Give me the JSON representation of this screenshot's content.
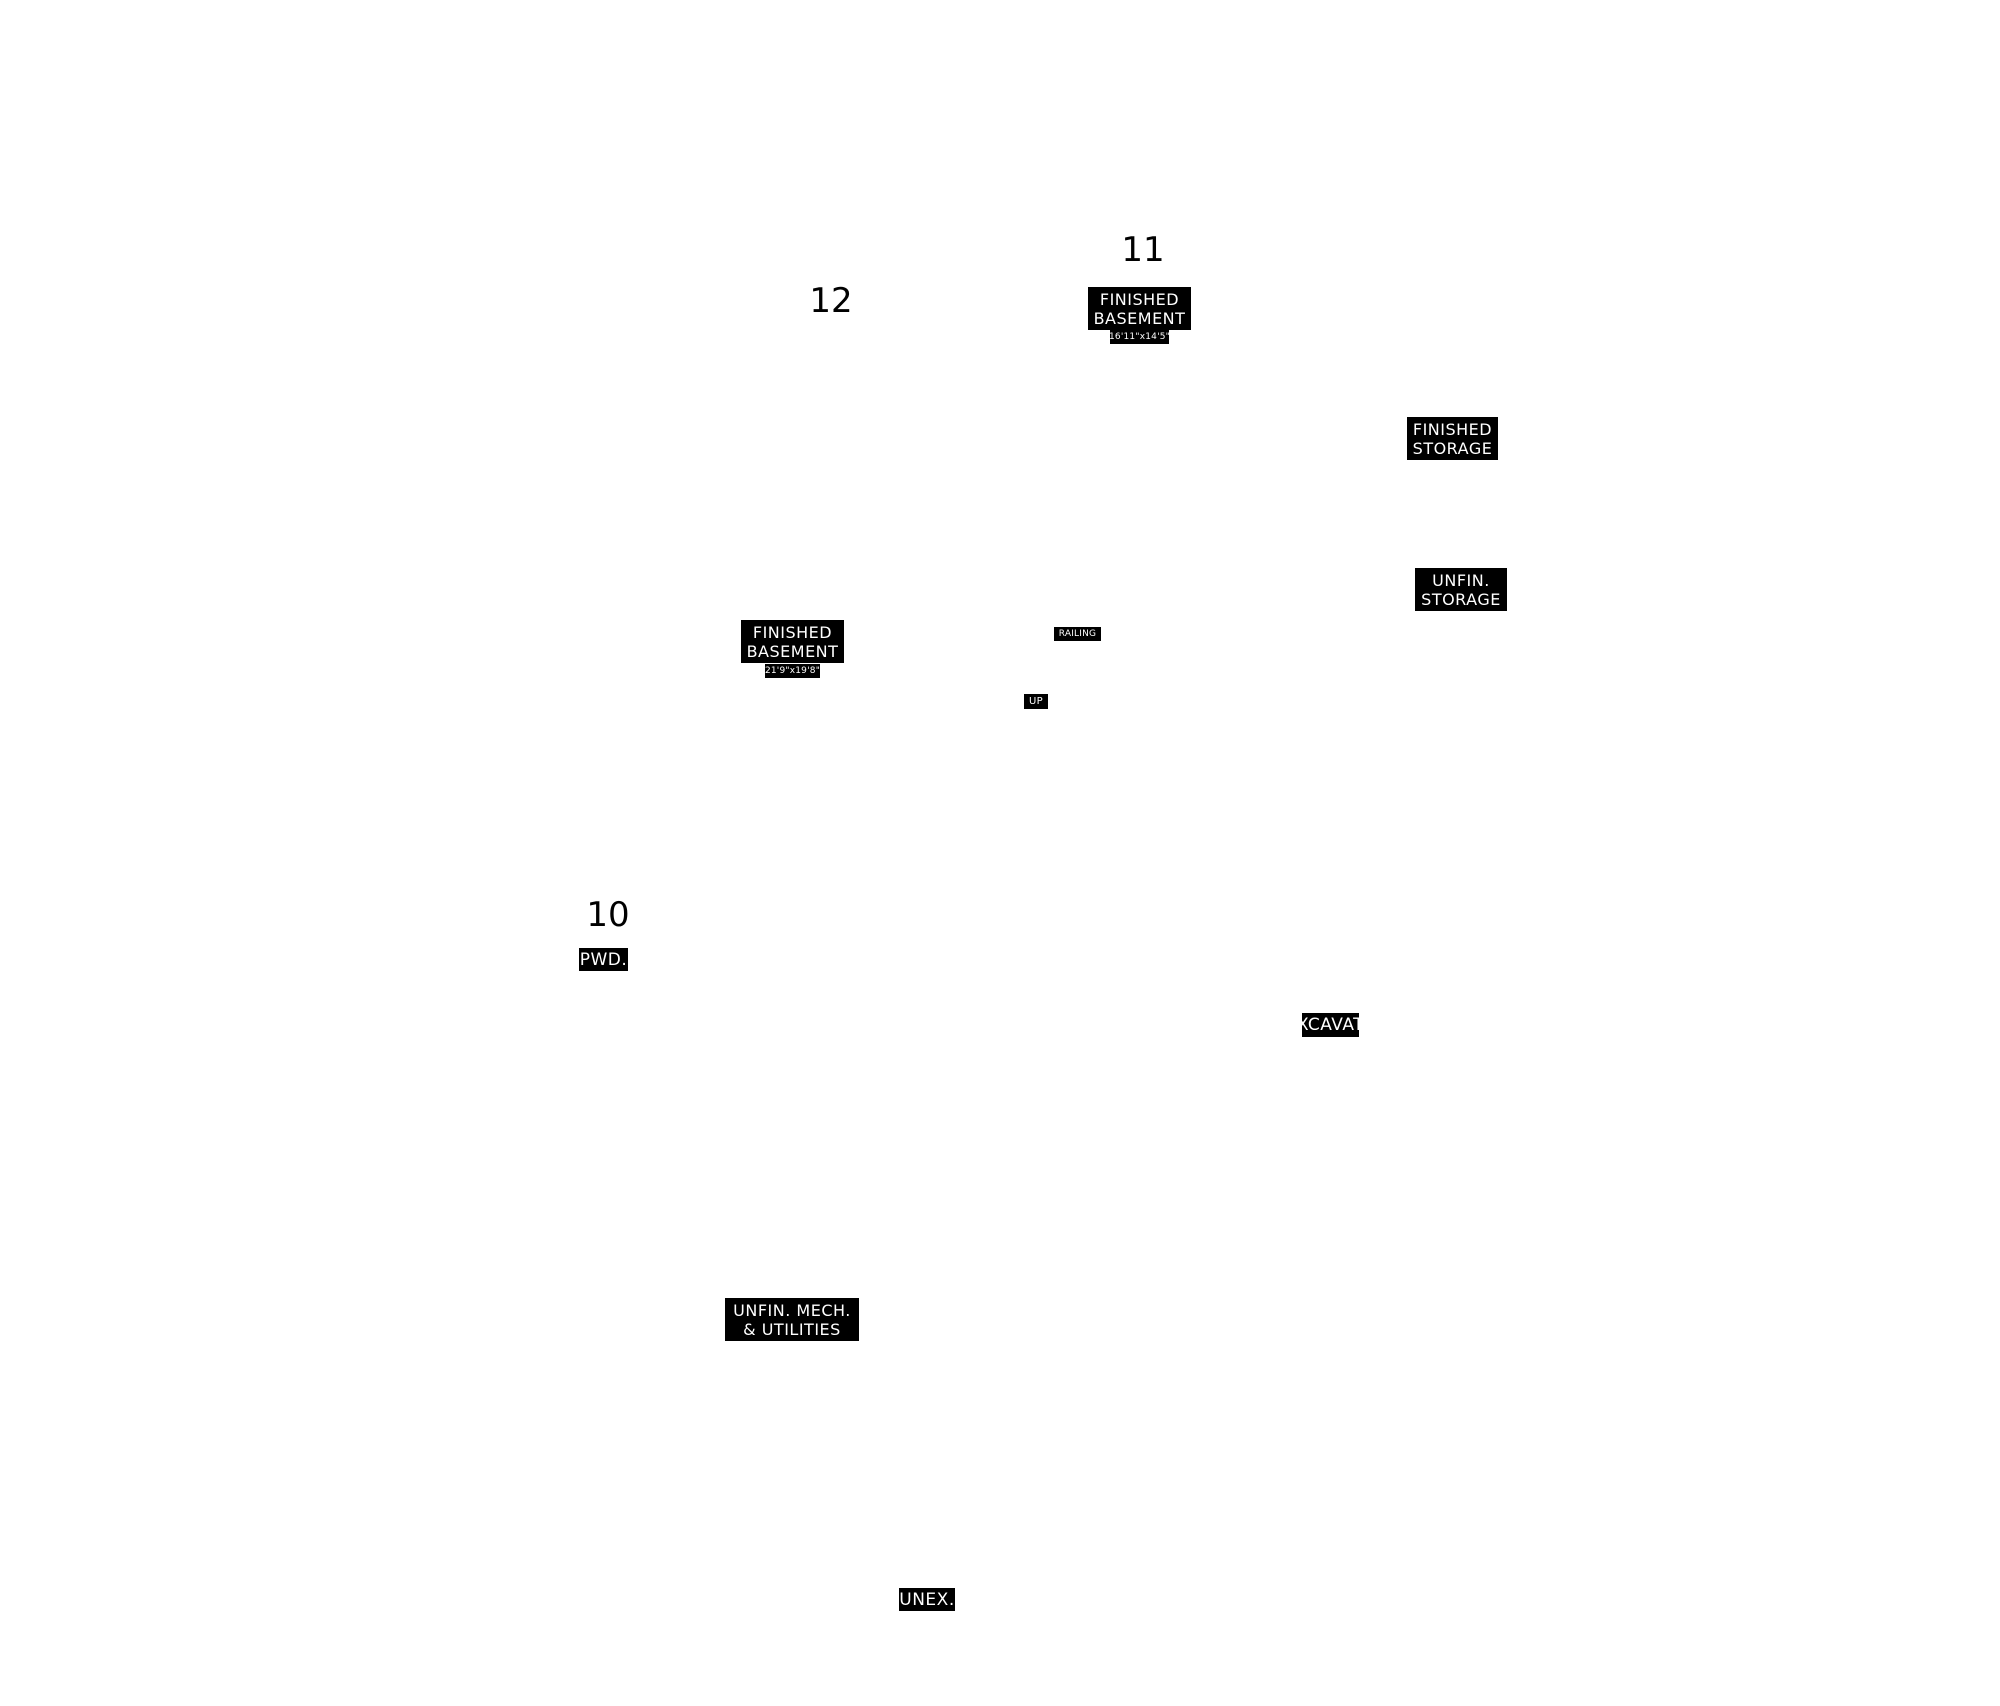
{
  "room_numbers": {
    "n11": "11",
    "n12": "12",
    "n10": "10"
  },
  "labels": {
    "finished_basement_top": {
      "line1": "FINISHED",
      "line2": "BASEMENT",
      "dimensions": "16'11\"x14'5\""
    },
    "finished_storage": {
      "line1": "FINISHED",
      "line2": "STORAGE"
    },
    "unfin_storage": {
      "line1": "UNFIN.",
      "line2": "STORAGE"
    },
    "finished_basement_left": {
      "line1": "FINISHED",
      "line2": "BASEMENT",
      "dimensions": "21'9\"x19'8\""
    },
    "railing": "RAILING",
    "up": "UP",
    "pwd": "PWD.",
    "excavated": "XCAVAT",
    "unfin_mech": {
      "line1": "UNFIN. MECH.",
      "line2": "& UTILITIES"
    },
    "unex": "UNEX."
  },
  "colors": {
    "label_background": "#000000",
    "label_text": "#ffffff",
    "number_text": "#000000",
    "page_background": "#ffffff"
  }
}
